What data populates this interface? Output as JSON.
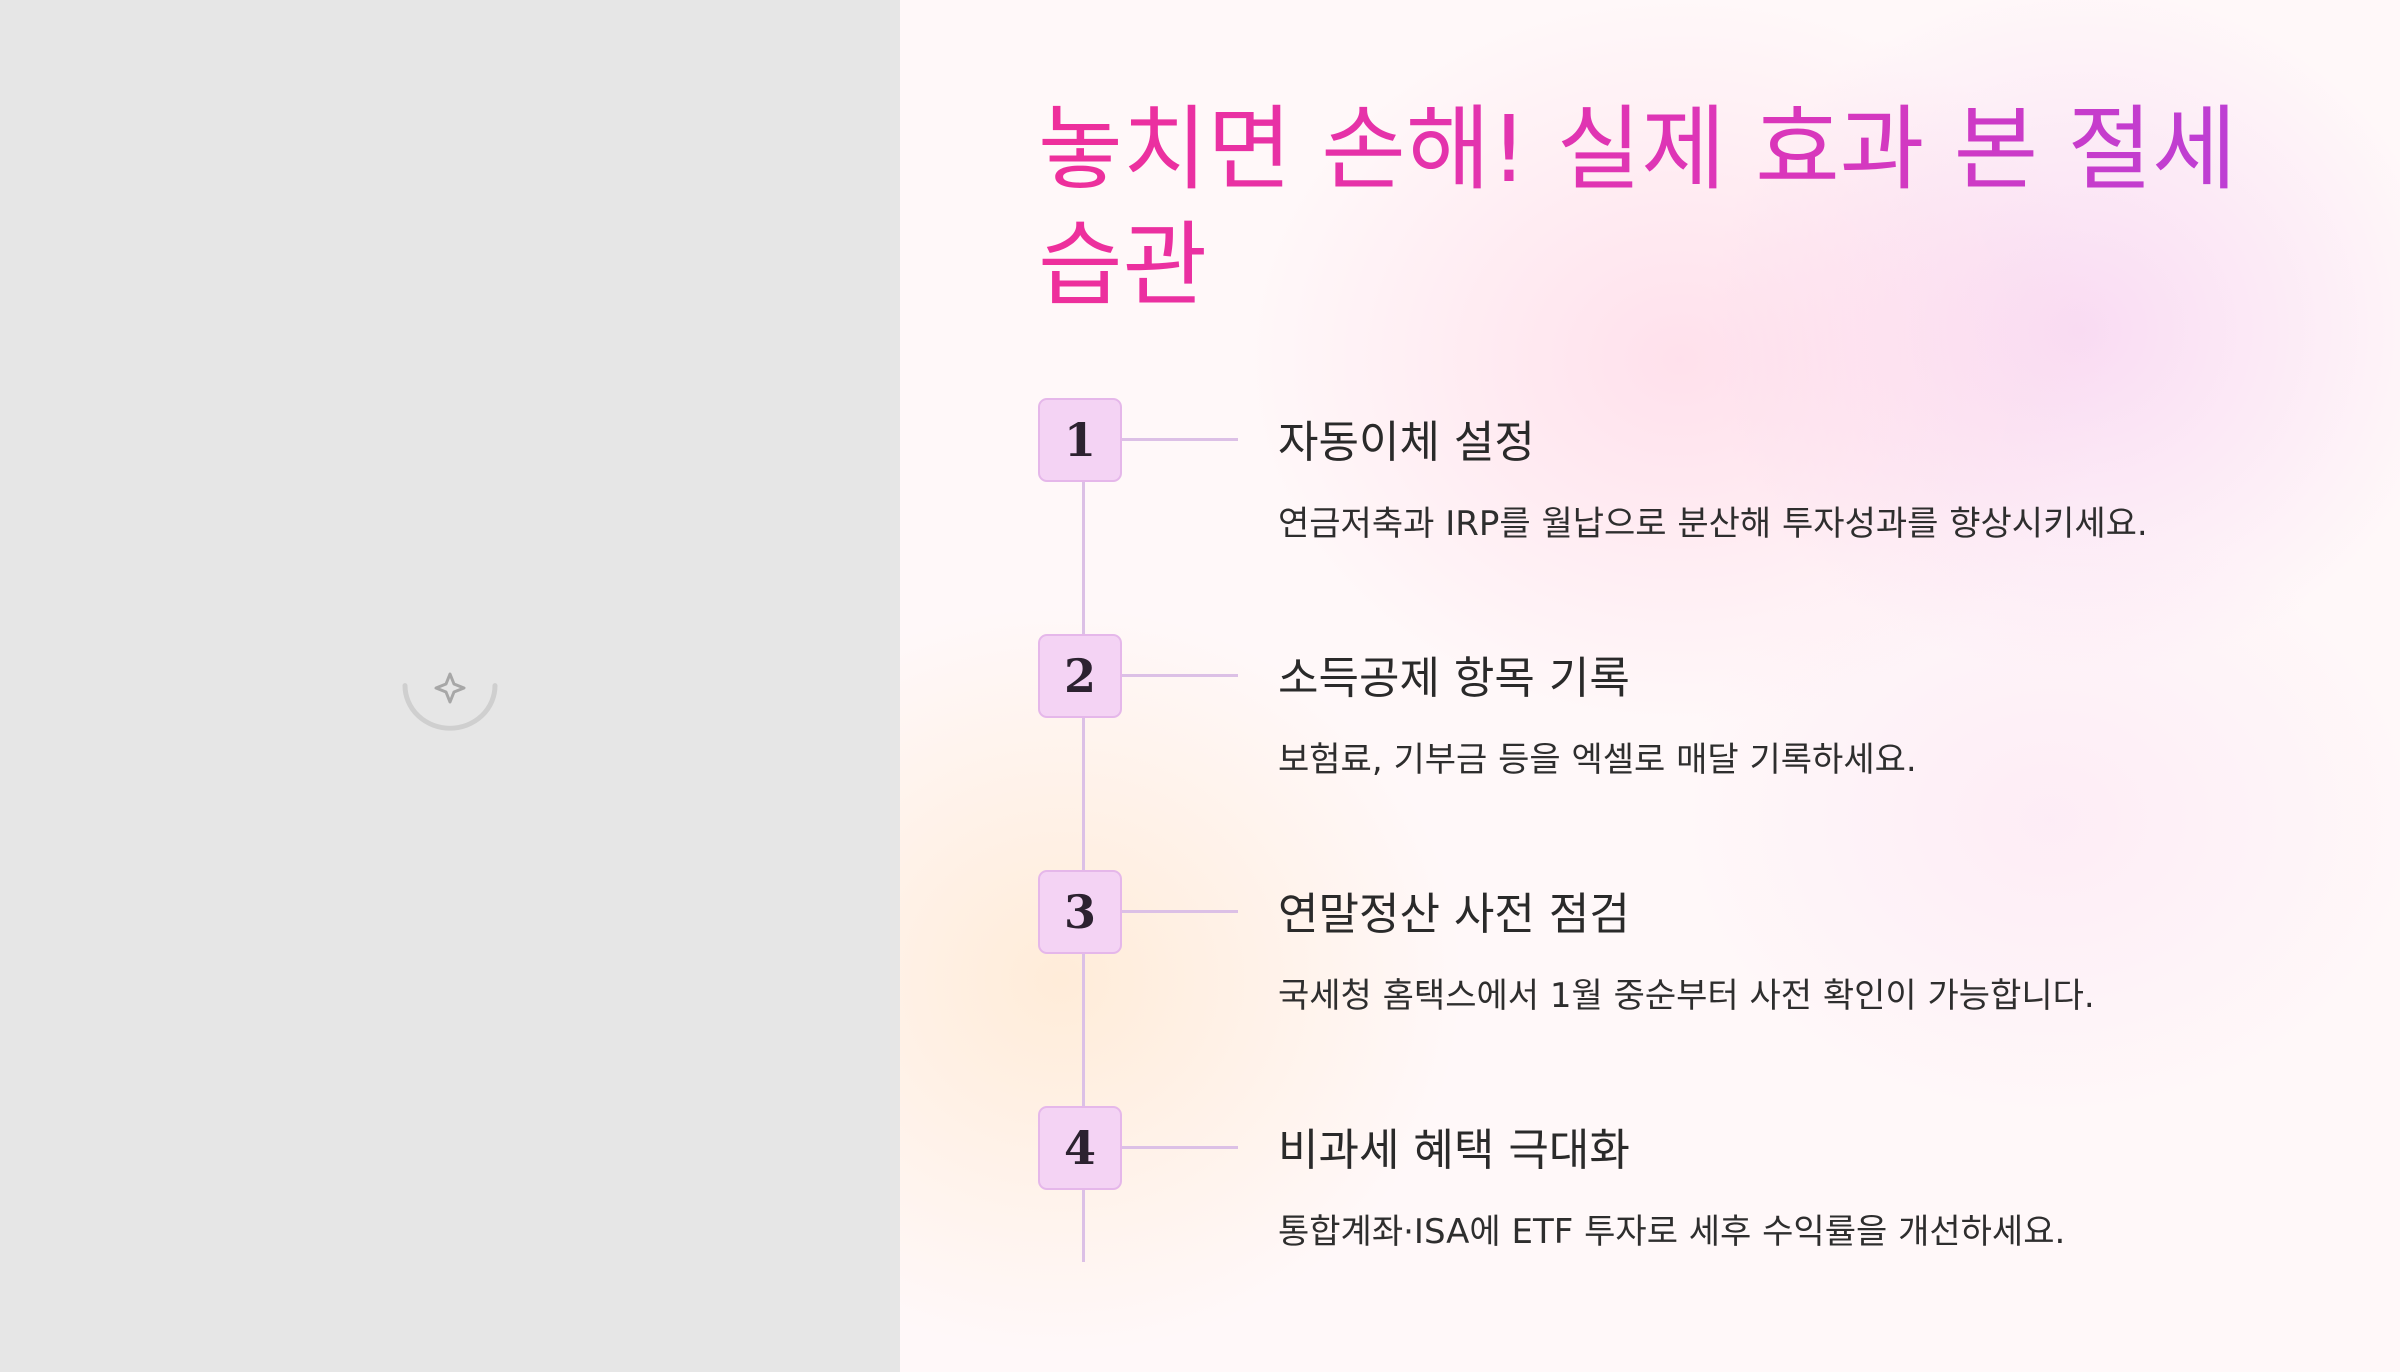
{
  "title": "놓치면 손해! 실제 효과 본 절세 습관",
  "colors": {
    "title_start": "#ee2f9b",
    "title_end": "#b741d9",
    "badge_fill": "#f4d3f4",
    "badge_border": "#e5b7ea",
    "timeline_line": "#dcc0e6",
    "left_pane": "#e6e6e6"
  },
  "loading_icon": "sparkle-spinner-icon",
  "steps": [
    {
      "number": "1",
      "title": "자동이체 설정",
      "description": "연금저축과 IRP를 월납으로 분산해 투자성과를 향상시키세요."
    },
    {
      "number": "2",
      "title": "소득공제 항목 기록",
      "description": "보험료, 기부금 등을 엑셀로 매달 기록하세요."
    },
    {
      "number": "3",
      "title": "연말정산 사전 점검",
      "description": "국세청 홈택스에서 1월 중순부터 사전 확인이 가능합니다."
    },
    {
      "number": "4",
      "title": "비과세 혜택 극대화",
      "description": "통합계좌·ISA에 ETF 투자로 세후 수익률을 개선하세요."
    }
  ]
}
